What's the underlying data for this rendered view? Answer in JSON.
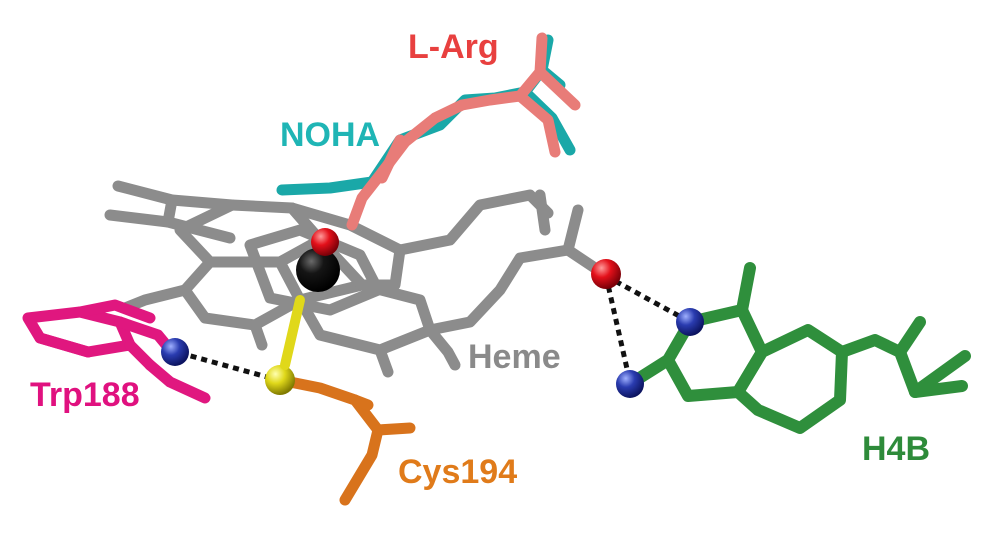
{
  "labels": {
    "larg": {
      "text": "L-Arg",
      "color": "#e8403f"
    },
    "noha": {
      "text": "NOHA",
      "color": "#1fb5b5"
    },
    "heme": {
      "text": "Heme",
      "color": "#8a8a8a"
    },
    "trp": {
      "text": "Trp188",
      "color": "#e0117f"
    },
    "cys": {
      "text": "Cys194",
      "color": "#e07b1a"
    },
    "h4b": {
      "text": "H4B",
      "color": "#2e8b3a"
    }
  },
  "colors": {
    "heme_stick": "#8c8c8c",
    "larg_stick": "#e87c78",
    "noha_stick": "#1aa8a8",
    "trp_stick": "#e0177f",
    "cys_stick": "#d8731c",
    "h4b_stick": "#2f8f3c",
    "oxygen": "#e3101a",
    "nitrogen": "#2a3cb0",
    "sulfur": "#e0d81a",
    "iron": "#0a0a0a",
    "hbond": "#111111"
  },
  "icons": {
    "hbond_lines": "dashed-hbond-icon",
    "atoms": "sphere-atom-icon"
  }
}
